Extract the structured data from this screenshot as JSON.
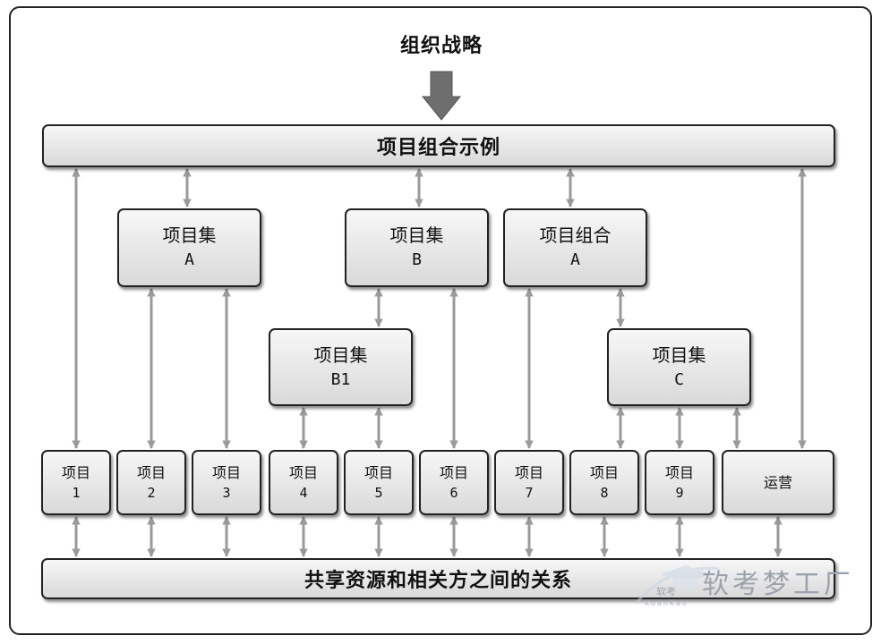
{
  "diagram": {
    "strategy_label": "组织战略",
    "portfolio_bar": "项目组合示例",
    "shared_bar": "共享资源和相关方之间的关系",
    "program_a": {
      "title": "项目集",
      "code": "A"
    },
    "program_b": {
      "title": "项目集",
      "code": "B"
    },
    "portfolio_a": {
      "title": "项目组合",
      "code": "A"
    },
    "program_b1": {
      "title": "项目集",
      "code": "B1"
    },
    "program_c": {
      "title": "项目集",
      "code": "C"
    },
    "projects": [
      {
        "title": "项目",
        "num": "1"
      },
      {
        "title": "项目",
        "num": "2"
      },
      {
        "title": "项目",
        "num": "3"
      },
      {
        "title": "项目",
        "num": "4"
      },
      {
        "title": "项目",
        "num": "5"
      },
      {
        "title": "项目",
        "num": "6"
      },
      {
        "title": "项目",
        "num": "7"
      },
      {
        "title": "项目",
        "num": "8"
      },
      {
        "title": "项目",
        "num": "9"
      }
    ],
    "operations": "运营"
  },
  "watermark": {
    "text": "软考梦工厂",
    "sub": "软考",
    "latin": "KuanKao"
  },
  "colors": {
    "box_fill_top": "#f7f7f7",
    "box_fill_bottom": "#d9d9d9",
    "connector": "#9a9a9a",
    "strategy_arrow": "#6e6e6e"
  }
}
